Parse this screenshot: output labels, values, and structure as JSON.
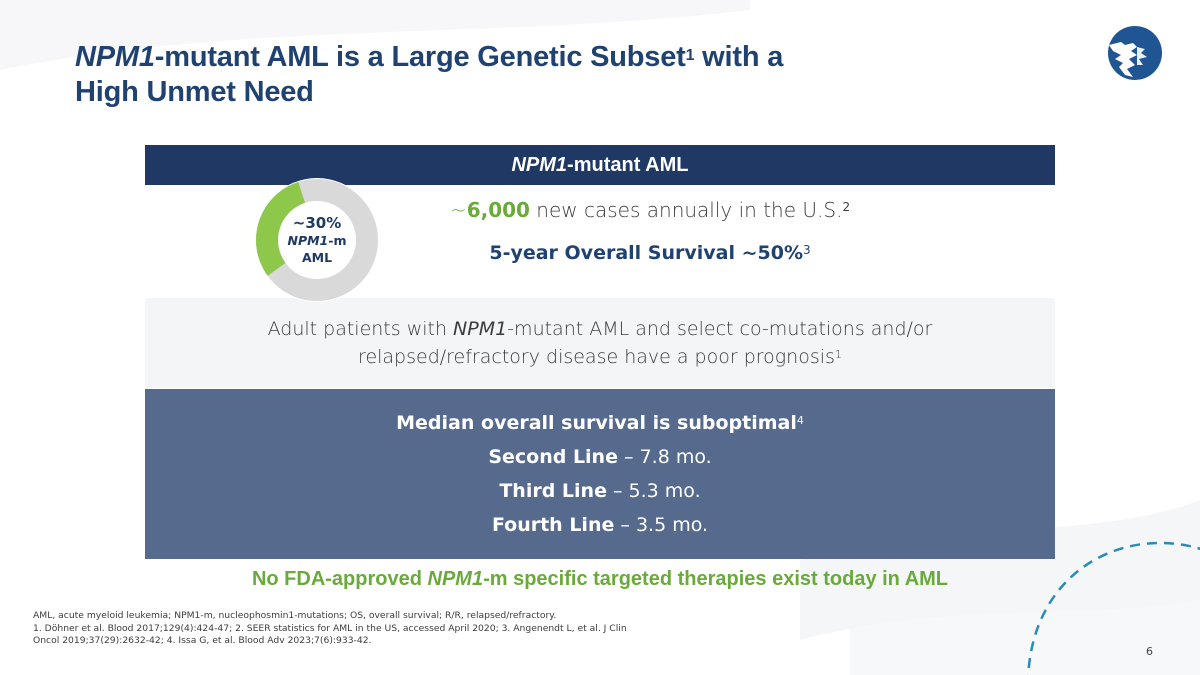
{
  "slide": {
    "title": {
      "italic_part": "NPM1",
      "part1": "-mutant AML is a Large Genetic Subset",
      "sup": "1",
      "part2": " with a",
      "line2": "High Unmet Need"
    },
    "logo": "company-logo-icon",
    "panel_header": {
      "italic_part": "NPM1",
      "rest": "-mutant AML"
    },
    "donut": {
      "percent_label": "~30%",
      "label_italic": "NPM1",
      "label_suffix": "-m",
      "label_line3": "AML",
      "highlight_fraction": 0.3,
      "highlight_color": "#8dc84b",
      "rest_color": "#d9d9d9"
    },
    "stats": {
      "cases_tilde": "~",
      "cases_number": "6,000",
      "cases_text": " new cases annually in the U.S.",
      "cases_sup": "2",
      "os_text": "5-year Overall Survival ~50%",
      "os_sup": "3"
    },
    "prognosis": {
      "line1_pre": "Adult patients with ",
      "line1_italic": "NPM1",
      "line1_post": "-mutant AML and select co-mutations and/or",
      "line2": "relapsed/refractory disease have a poor prognosis",
      "line2_sup": "1"
    },
    "survival": {
      "heading": "Median overall survival is suboptimal",
      "heading_sup": "4",
      "rows": [
        {
          "label": "Second Line",
          "value": " – 7.8 mo."
        },
        {
          "label": "Third Line",
          "value": " – 5.3 mo."
        },
        {
          "label": "Fourth Line",
          "value": " – 3.5 mo."
        }
      ]
    },
    "callout": {
      "pre": "No FDA-approved ",
      "italic": "NPM1",
      "post": "-m specific targeted therapies exist today in AML"
    },
    "footnotes": [
      "AML, acute myeloid leukemia; NPM1-m, nucleophosmin1-mutations; OS, overall survival; R/R, relapsed/refractory.",
      "1. Döhner et al. Blood 2017;129(4):424-47; 2. SEER statistics for AML in the US, accessed April 2020; 3. Angenendt L, et al. J Clin",
      "Oncol 2019;37(29):2632-42; 4. Issa G, et al. Blood Adv 2023;7(6):933-42."
    ],
    "page_number": "6",
    "colors": {
      "title": "#1f4271",
      "header_bar": "#1f3864",
      "blue_panel": "#566a8d",
      "gray_panel": "#f4f5f7",
      "accent_green": "#6aaa3a",
      "arc_dash": "#2a8bb5"
    }
  }
}
